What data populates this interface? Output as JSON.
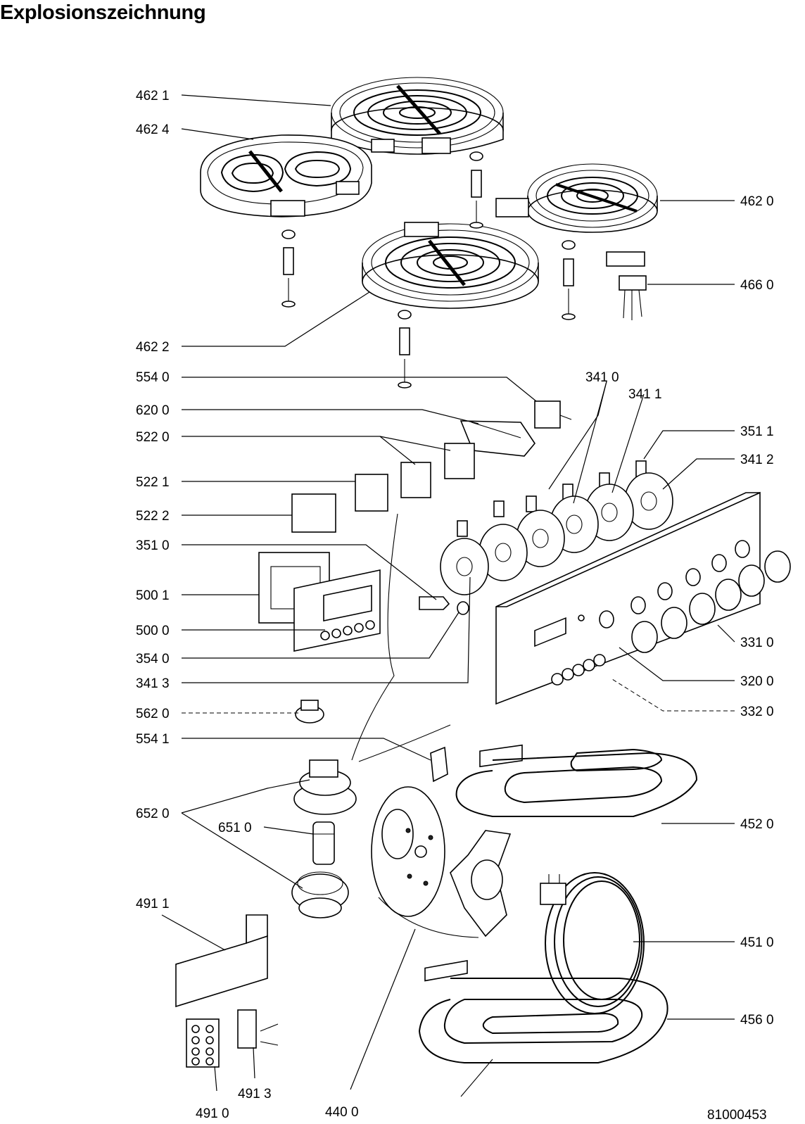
{
  "title": "Explosionszeichnung",
  "drawing_number": "81000453",
  "callouts": {
    "c4621": "462 1",
    "c4624": "462 4",
    "c4620": "462 0",
    "c4660": "466 0",
    "c4622": "462 2",
    "c5540": "554 0",
    "c3410": "341 0",
    "c3411": "341 1",
    "c6200": "620 0",
    "c3511": "351 1",
    "c5220": "522 0",
    "c3412": "341 2",
    "c5221": "522 1",
    "c5222": "522 2",
    "c3510": "351 0",
    "c5001": "500 1",
    "c5000": "500 0",
    "c3310": "331 0",
    "c3540": "354 0",
    "c3200": "320 0",
    "c3413": "341 3",
    "c3320": "332 0",
    "c5620": "562 0",
    "c5541": "554 1",
    "c6520": "652 0",
    "c4520": "452 0",
    "c6510": "651 0",
    "c4911": "491 1",
    "c4510": "451 0",
    "c4560": "456 0",
    "c4913": "491 3",
    "c4910": "491 0",
    "c4400": "440 0"
  }
}
